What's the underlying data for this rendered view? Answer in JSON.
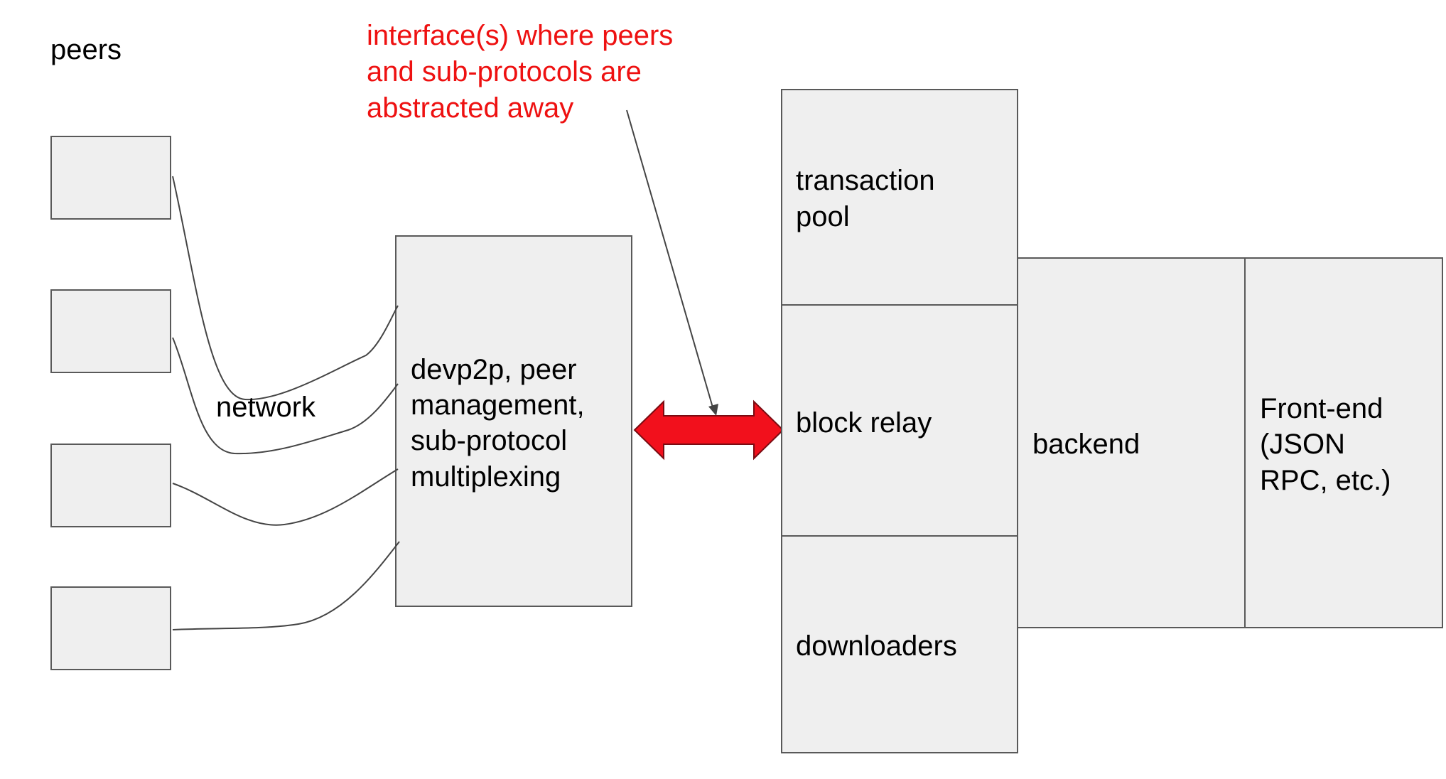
{
  "peers_label": "peers",
  "network_label": "network",
  "annotation": {
    "lines": [
      "interface(s) where peers",
      "and sub-protocols are",
      "abstracted away"
    ],
    "color": "#ee1111"
  },
  "devp2p_box": {
    "lines": [
      "devp2p, peer",
      "management,",
      "sub-protocol",
      "multiplexing"
    ]
  },
  "transaction_pool": {
    "lines": [
      "transaction",
      "pool"
    ]
  },
  "block_relay": {
    "lines": [
      "block relay"
    ]
  },
  "downloaders": {
    "lines": [
      "downloaders"
    ]
  },
  "backend": {
    "lines": [
      "backend"
    ]
  },
  "frontend": {
    "lines": [
      "Front-end",
      "(JSON",
      "RPC, etc.)"
    ]
  },
  "colors": {
    "box_fill": "#efefef",
    "box_stroke": "#595959",
    "connector_stroke": "#444444",
    "double_arrow": "#f2101c",
    "text": "#000000"
  }
}
